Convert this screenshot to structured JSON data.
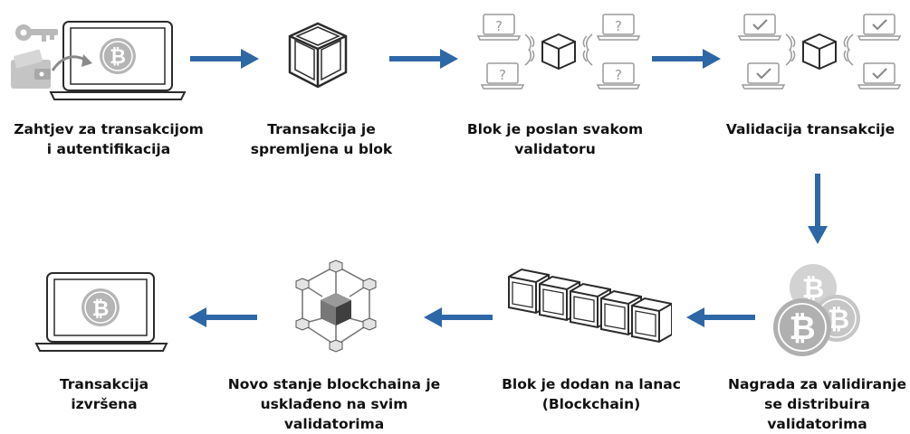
{
  "colors": {
    "arrow": "#2e67a6",
    "stroke": "#2b2b2b",
    "coin": "#b5b5b5",
    "coin_symbol": "#ffffff"
  },
  "steps": [
    {
      "icon": "laptop-bitcoin-key-wallet-icon",
      "lines": [
        "Zahtjev za transakcijom",
        "i autentifikacija"
      ]
    },
    {
      "icon": "cube-icon",
      "lines": [
        "Transakcija je",
        "spremljena u blok"
      ]
    },
    {
      "icon": "block-broadcast-icon",
      "lines": [
        "Blok je poslan svakom",
        "validatoru"
      ]
    },
    {
      "icon": "block-validation-icon",
      "lines": [
        "Validacija transakcije"
      ]
    },
    {
      "icon": "bitcoin-coins-icon",
      "lines": [
        "Nagrada za validiranje",
        "se distribuira",
        "validatorima"
      ]
    },
    {
      "icon": "blockchain-blocks-icon",
      "lines": [
        "Blok je dodan na lanac",
        "(Blockchain)"
      ]
    },
    {
      "icon": "network-cube-icon",
      "lines": [
        "Novo stanje blockchaina je",
        "usklađeno na svim",
        "validatorima"
      ]
    },
    {
      "icon": "laptop-bitcoin-icon",
      "lines": [
        "Transakcija",
        "izvršena"
      ]
    }
  ],
  "symbols": {
    "bitcoin": "₿",
    "question": "?",
    "check": "✓"
  }
}
